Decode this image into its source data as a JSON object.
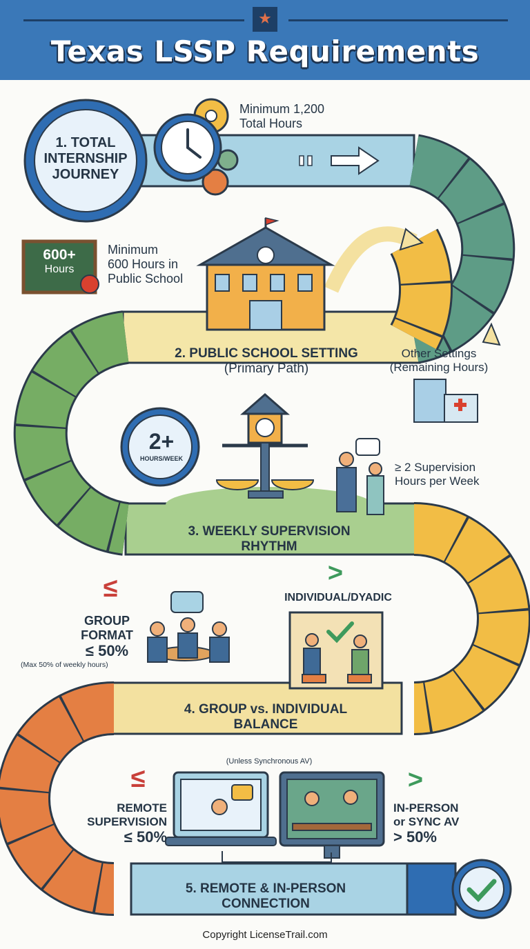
{
  "header": {
    "title": "Texas LSSP Requirements",
    "star_icon": "star-icon"
  },
  "step1": {
    "badge_lines": [
      "1. TOTAL",
      "INTERNSHIP",
      "JOURNEY"
    ],
    "note_lines": [
      "Minimum 1,200",
      "Total Hours"
    ]
  },
  "step2": {
    "chalkboard_lines": [
      "600+",
      "Hours"
    ],
    "note_lines": [
      "Minimum",
      "600 Hours in",
      "Public School"
    ],
    "title_lines": [
      "2. PUBLIC SCHOOL SETTING",
      "(Primary Path)"
    ],
    "other_lines": [
      "Other Settings",
      "(Remaining Hours)"
    ]
  },
  "step3": {
    "clock_main": "2+",
    "clock_sub": "HOURS/WEEK",
    "note_lines": [
      "≥ 2 Supervision",
      "Hours per Week"
    ],
    "title_lines": [
      "3. WEEKLY SUPERVISION",
      "RHYTHM"
    ]
  },
  "step4": {
    "le_symbol": "≤",
    "gt_symbol": ">",
    "group_lines": [
      "GROUP",
      "FORMAT",
      "≤ 50%"
    ],
    "group_note": "(Max 50% of weekly hours)",
    "individual_label": "INDIVIDUAL/DYADIC",
    "title_lines": [
      "4. GROUP vs. INDIVIDUAL",
      "BALANCE"
    ]
  },
  "step5": {
    "le_symbol": "≤",
    "gt_symbol": ">",
    "unless_note": "(Unless Synchronous AV)",
    "remote_lines": [
      "REMOTE",
      "SUPERVISION",
      "≤ 50%"
    ],
    "inperson_lines": [
      "IN-PERSON",
      "or SYNC AV",
      "> 50%"
    ],
    "title_lines": [
      "5. REMOTE & IN-PERSON",
      "CONNECTION"
    ]
  },
  "footer": {
    "copyright": "Copyright LicenseTrail.com"
  },
  "colors": {
    "header_blue": "#3a78b8",
    "road_blue": "#a9d3e4",
    "road_teal": "#5e9c86",
    "road_yellow": "#f2bd45",
    "road_green": "#76ad64",
    "road_orange": "#e47f43",
    "outline": "#2b3a4a"
  }
}
